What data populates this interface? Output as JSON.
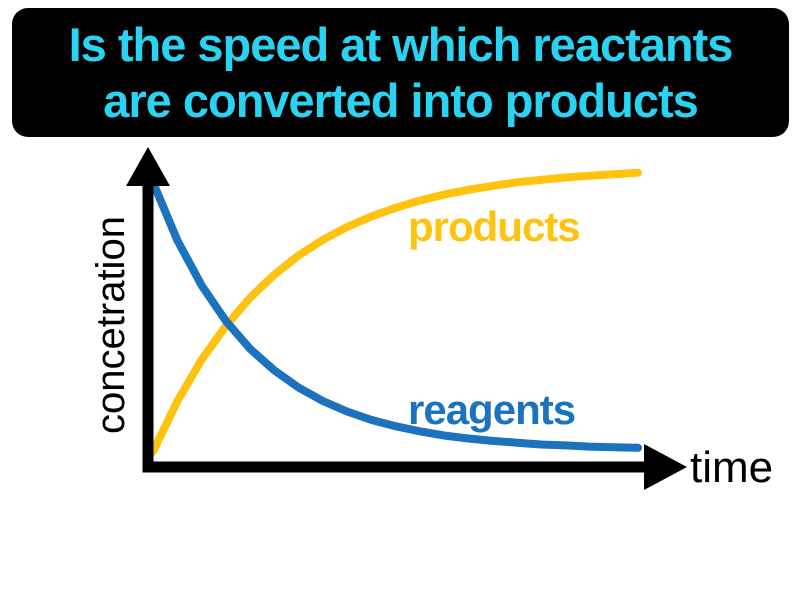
{
  "banner": {
    "line1": "Is the speed at which reactants",
    "line2": "are converted into products"
  },
  "colors": {
    "banner_bg": "#000000",
    "banner_text": "#29d3f2",
    "products": "#ffc20e",
    "reagents": "#1b72bd",
    "axis": "#000000"
  },
  "chart_data": {
    "type": "line",
    "title": "",
    "xlabel": "time",
    "ylabel": "concetration",
    "xlim": [
      0,
      1
    ],
    "ylim": [
      0,
      1
    ],
    "grid": false,
    "legend": "inline-labels",
    "x": [
      0,
      0.05,
      0.1,
      0.15,
      0.2,
      0.25,
      0.3,
      0.35,
      0.4,
      0.45,
      0.5,
      0.55,
      0.6,
      0.65,
      0.7,
      0.75,
      0.8,
      0.85,
      0.9,
      0.95,
      1
    ],
    "series": [
      {
        "name": "products",
        "color_key": "products",
        "values": [
          0.031,
          0.199,
          0.337,
          0.45,
          0.544,
          0.621,
          0.685,
          0.737,
          0.78,
          0.815,
          0.844,
          0.868,
          0.888,
          0.904,
          0.917,
          0.929,
          0.937,
          0.945,
          0.951,
          0.956,
          0.961
        ]
      },
      {
        "name": "reagents",
        "color_key": "reagents",
        "values": [
          0.929,
          0.736,
          0.586,
          0.467,
          0.374,
          0.302,
          0.245,
          0.2,
          0.165,
          0.137,
          0.116,
          0.099,
          0.085,
          0.075,
          0.067,
          0.061,
          0.055,
          0.052,
          0.048,
          0.046,
          0.044
        ]
      }
    ]
  }
}
